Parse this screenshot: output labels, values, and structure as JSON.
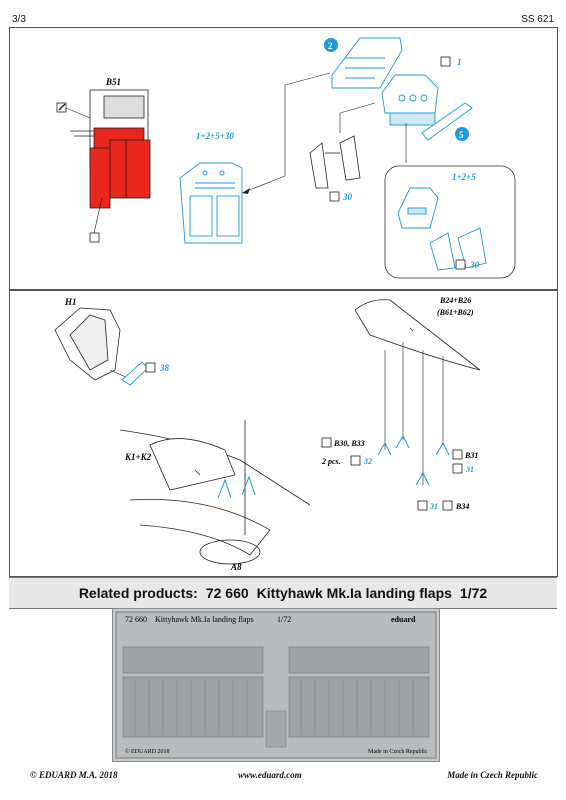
{
  "header": {
    "page": "3/3",
    "code": "SS 621"
  },
  "step1": {
    "part_b51": "B51",
    "combo1": "1+2+5+30",
    "step2": "2",
    "step1": "1",
    "step5": "5",
    "part30": "30",
    "detail_combo": "1+2+5",
    "detail_part": "30"
  },
  "step2": {
    "part_h1": "H1",
    "part38": "38",
    "part_k": "K1+K2",
    "part_a8": "A8",
    "part_b24": "B24+B26",
    "part_b61": "(B61+B62)",
    "part_b30": "B30, B33",
    "two_pcs": "2 pcs.",
    "part32": "32",
    "part_b31": "B31",
    "part31a": "31",
    "part31b": "31",
    "part_b34": "B34"
  },
  "related": {
    "label": "Related products:",
    "code": "72 660",
    "name": "Kittyhawk Mk.Ia landing flaps",
    "scale": "1/72"
  },
  "fret": {
    "code": "72 660",
    "name": "Kittyhawk Mk.Ia landing flaps",
    "scale": "1/72",
    "brand": "eduard",
    "copyright": "© EDUARD 2018",
    "origin": "Made in Czech Republic"
  },
  "footer": {
    "left": "© EDUARD  M.A. 2018",
    "center": "www.eduard.com",
    "right": "Made in Czech Republic"
  },
  "colors": {
    "photoetch": "#1e9ad6",
    "resin": "#e8261c",
    "accent_box": "#1e9ad6"
  }
}
